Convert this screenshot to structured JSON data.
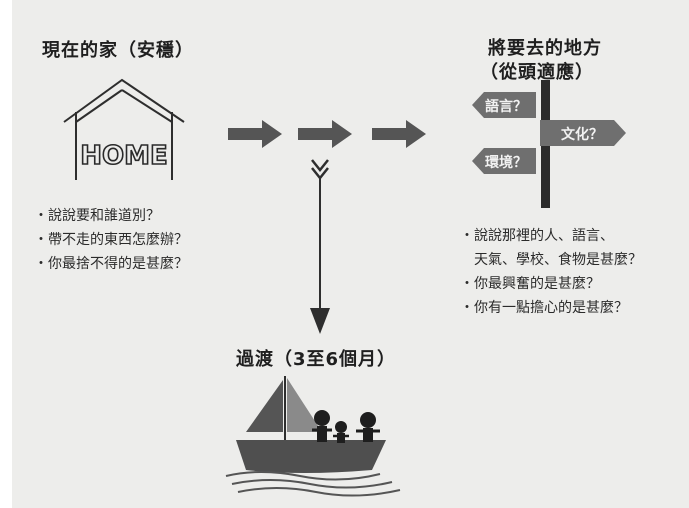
{
  "left": {
    "title": "現在的家（安穩）",
    "house_label": "HOME",
    "bullets": [
      "・說說要和誰道別？",
      "・帶不走的東西怎麼辦？",
      "・你最捨不得的是甚麼？"
    ]
  },
  "right": {
    "title_line1": "將要去的地方",
    "title_line2": "（從頭適應）",
    "signs": [
      "語言？",
      "文化？",
      "環境？"
    ],
    "bullets": [
      "・說說那裡的人、語言、",
      "　天氣、學校、食物是甚麼？",
      "・你最興奮的是甚麼？",
      "・你有一點擔心的是甚麼？"
    ]
  },
  "bottom": {
    "title": "過渡（3至6個月）"
  },
  "colors": {
    "arrow": "#555555",
    "sign": "#6f6f6f",
    "line": "#2e2e2e"
  }
}
